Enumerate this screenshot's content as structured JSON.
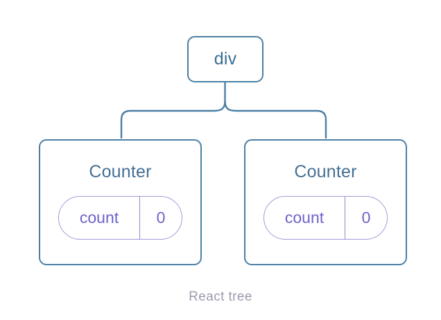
{
  "diagram": {
    "caption": "React tree",
    "colors": {
      "background": "#ffffff",
      "box_border": "#4a7fa5",
      "root_text": "#3a6f96",
      "child_text": "#456f94",
      "connector": "#4a7fa5",
      "pill_border": "#9f9ad8",
      "pill_divider": "#8f89cf",
      "pill_text": "#6b63c9",
      "caption_text": "#9b9bb0"
    },
    "root": {
      "label": "div"
    },
    "children": [
      {
        "label": "Counter",
        "state": {
          "key": "count",
          "value": "0"
        }
      },
      {
        "label": "Counter",
        "state": {
          "key": "count",
          "value": "0"
        }
      }
    ]
  }
}
